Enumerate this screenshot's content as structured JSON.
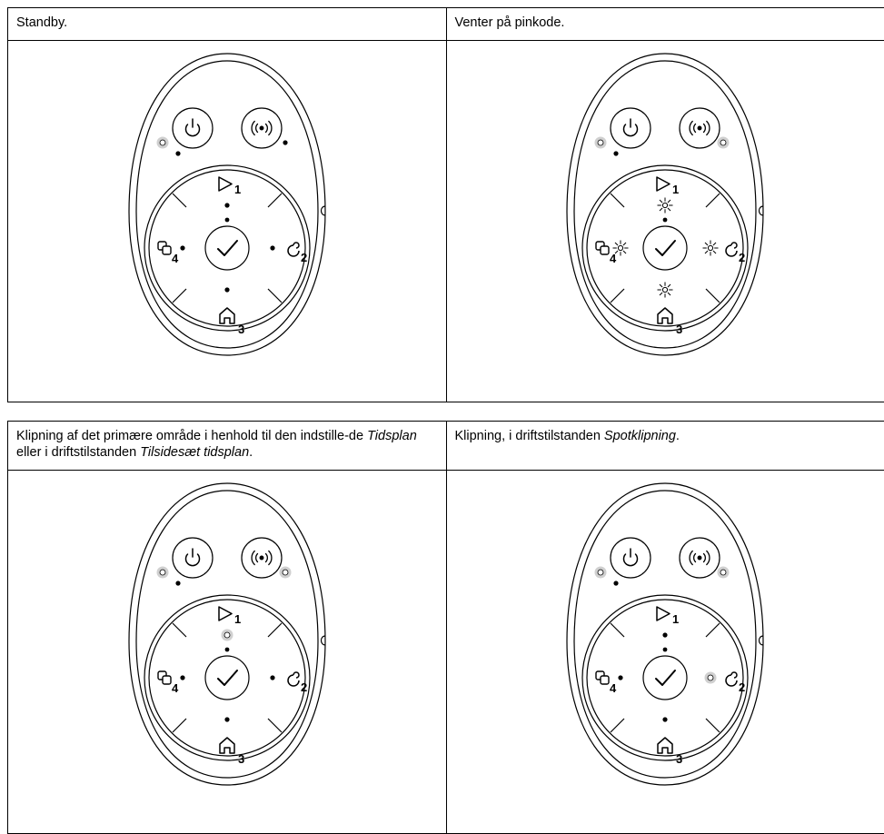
{
  "rows": [
    {
      "cells": [
        {
          "caption_parts": [
            "Standby."
          ],
          "leds": {
            "power": "lit",
            "connect": "off",
            "start": "off",
            "mode2": "off",
            "home": "off",
            "mode4": "off",
            "center": "off"
          }
        },
        {
          "caption_parts": [
            "Venter på pinkode."
          ],
          "leds": {
            "power": "lit",
            "connect": "lit",
            "start": "flash",
            "mode2": "flash",
            "home": "flash",
            "mode4": "flash",
            "center": "off"
          }
        }
      ]
    },
    {
      "cells": [
        {
          "caption_parts": [
            "Klipning af det primære område i henhold til den indstille-de ",
            "Tidsplan",
            " eller i driftstilstanden ",
            "Tilsidesæt tidsplan",
            "."
          ],
          "leds": {
            "power": "lit",
            "connect": "lit",
            "start": "lit",
            "mode2": "off",
            "home": "off",
            "mode4": "off",
            "center": "off"
          }
        },
        {
          "caption_parts": [
            "Klipning, i driftstilstanden ",
            "Spotklipning",
            "."
          ],
          "leds": {
            "power": "lit",
            "connect": "lit",
            "start": "off",
            "mode2": "lit",
            "home": "off",
            "mode4": "off",
            "center": "off"
          }
        }
      ]
    }
  ],
  "button_labels": {
    "start": "1",
    "mode2": "2",
    "home": "3",
    "mode4": "4"
  },
  "icons": {
    "power": "power-icon",
    "connect": "wireless-icon",
    "start": "play-icon",
    "mode2": "spiral-icon",
    "home": "home-icon",
    "mode4": "squares-icon",
    "center": "checkmark-icon"
  },
  "colors": {
    "led_lit_halo": "#d0d0d0",
    "led_off": "#000000",
    "line": "#000000"
  }
}
